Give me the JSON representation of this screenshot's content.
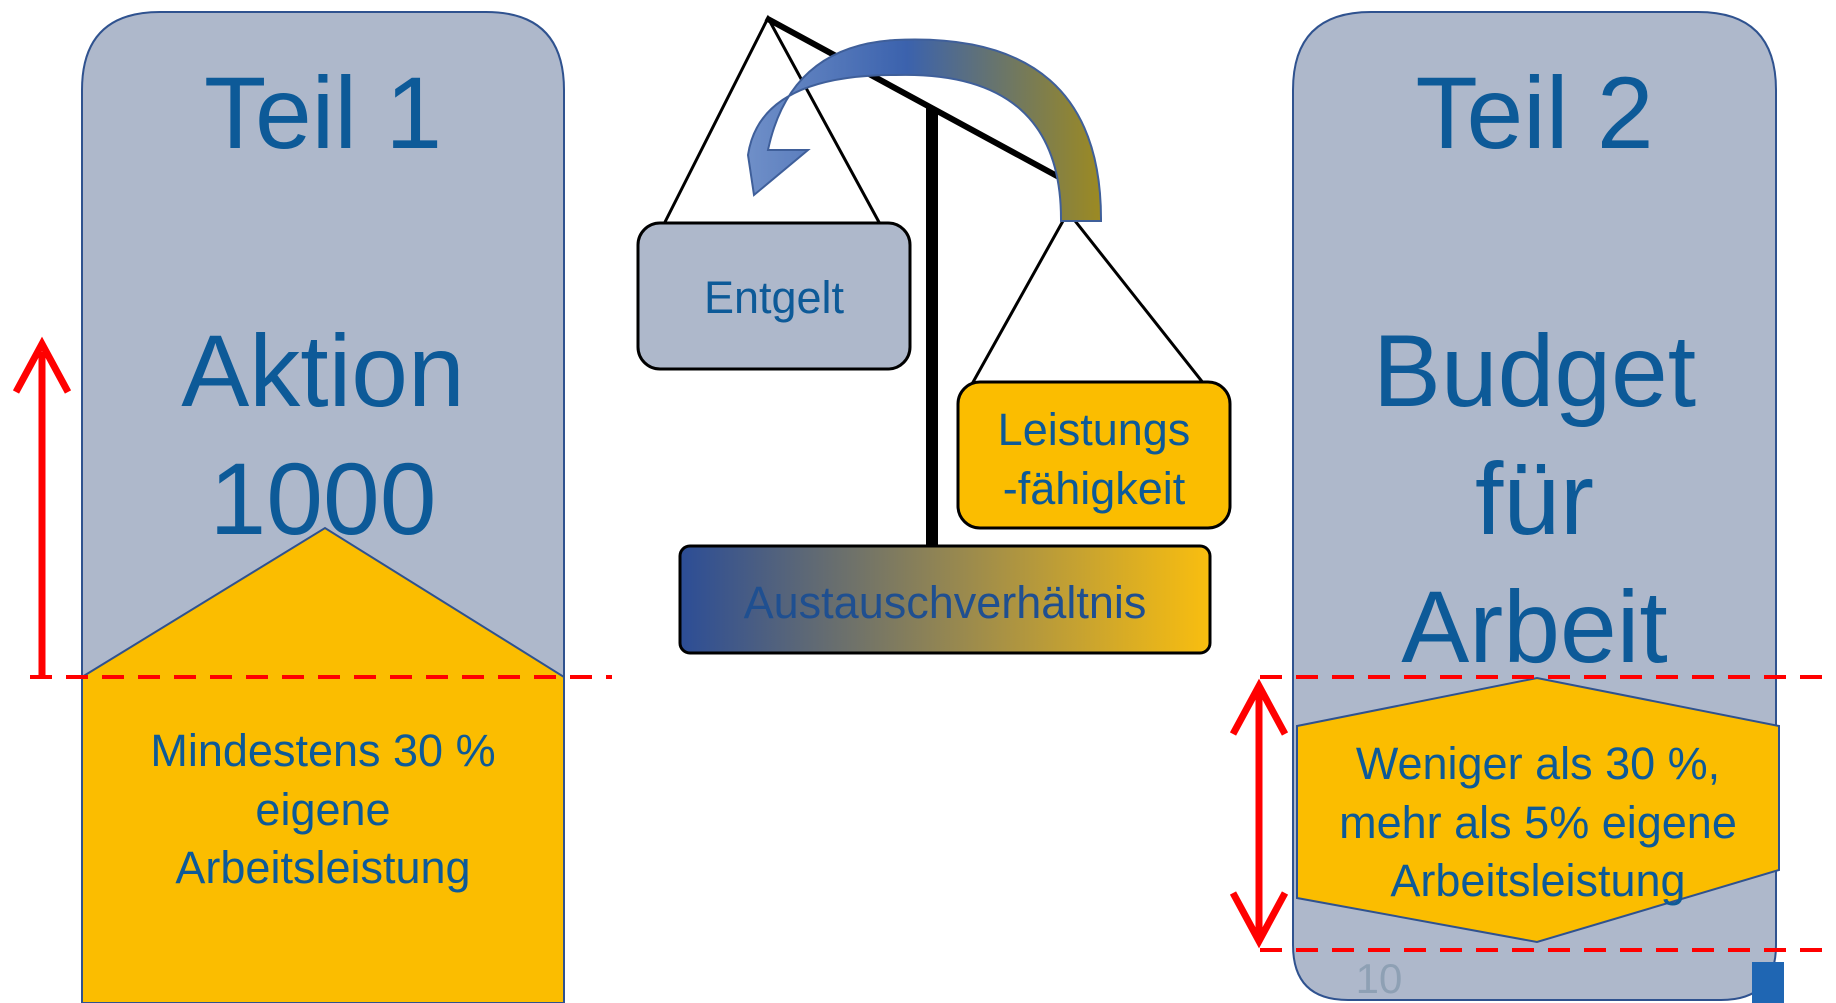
{
  "part1": {
    "heading": "Teil 1",
    "title_line1": "Aktion",
    "title_line2": "1000",
    "requirement_lines": [
      "Mindestens 30 %",
      "eigene",
      "Arbeitsleistung"
    ]
  },
  "part2": {
    "heading": "Teil 2",
    "title_line1": "Budget",
    "title_line2": "für",
    "title_line3": "Arbeit",
    "requirement_lines": [
      "Weniger als 30 %,",
      "mehr als 5% eigene",
      "Arbeitsleistung"
    ]
  },
  "scale": {
    "left_box": "Entgelt",
    "right_box_lines": [
      "Leistungs",
      "-fähigkeit"
    ],
    "base_label": "Austauschverhältnis"
  },
  "page_number": "10",
  "colors": {
    "panel": "#aeb8cb",
    "panel_border": "#2f528f",
    "gold": "#fbbd00",
    "text_blue": "#0d5a98",
    "red": "#ff0000",
    "dark_blue": "#2c4d96"
  }
}
